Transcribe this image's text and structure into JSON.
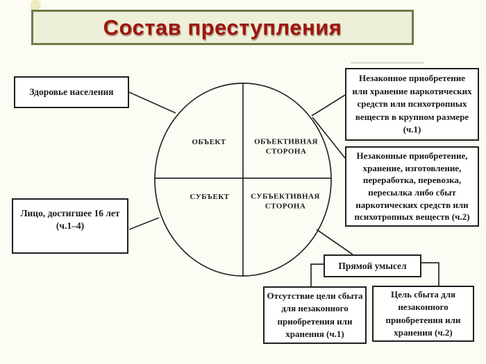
{
  "slide": {
    "background": "#fcfcf4",
    "title": {
      "text": "Состав преступления",
      "text_color": "#9c160d",
      "box_background": "#edefd8",
      "box_border_color": "#6e7b45"
    }
  },
  "circle": {
    "line_color": "#282828",
    "quadrant_object": "ОБЪЕКТ",
    "quadrant_objective": [
      "ОБЪЕКТИВНАЯ",
      "СТОРОНА"
    ],
    "quadrant_subject": "СУБЪЕКТ",
    "quadrant_subjective": [
      "СУБЪЕКТИВНАЯ",
      "СТОРОНА"
    ]
  },
  "boxes": {
    "health": {
      "text": "Здоровье населения"
    },
    "person": {
      "lines": [
        "Лицо, достигшее 16 лет",
        "(ч.1–4)"
      ]
    },
    "acquisition_ch1": {
      "lines": [
        "Незаконное приобретение",
        "или хранение наркотических",
        "средств или психотропных",
        "веществ в крупном размере",
        "(ч.1)"
      ]
    },
    "acquisition_ch2": {
      "lines": [
        "Незаконные приобретение,",
        "хранение, изготовление,",
        "переработка, перевозка,",
        "пересылка либо сбыт",
        "наркотических  средств или",
        "психотропных веществ (ч.2)"
      ]
    },
    "intent": {
      "text": "Прямой умысел"
    },
    "no_sale_purpose_ch1": {
      "lines": [
        "Отсутствие цели сбыта",
        "для незаконного",
        "приобретения или",
        "хранения  (ч.1)"
      ]
    },
    "sale_purpose_ch2": {
      "lines": [
        "Цель сбыта для",
        "незаконного",
        "приобретения или",
        "хранения (ч.2)"
      ]
    }
  }
}
